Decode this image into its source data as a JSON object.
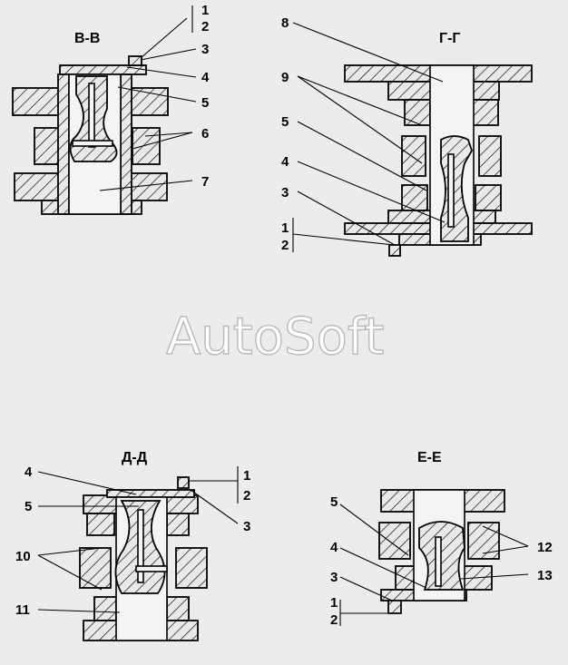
{
  "watermark": "AutoSoft",
  "views": {
    "vv": {
      "title": "В-В",
      "labels": [
        "1",
        "2",
        "3",
        "4",
        "5",
        "6",
        "7"
      ]
    },
    "gg": {
      "title": "Г-Г",
      "labels": [
        "8",
        "9",
        "5",
        "4",
        "3",
        "1",
        "2"
      ]
    },
    "dd": {
      "title": "Д-Д",
      "labels": [
        "4",
        "1",
        "5",
        "2",
        "3",
        "10",
        "11"
      ]
    },
    "ee": {
      "title": "Е-Е",
      "labels": [
        "5",
        "4",
        "12",
        "13",
        "3",
        "1",
        "2"
      ]
    }
  }
}
